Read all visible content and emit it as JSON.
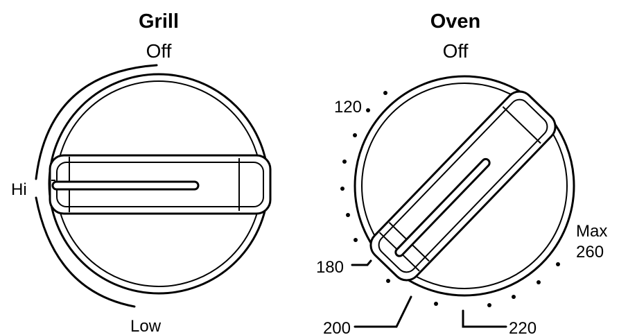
{
  "colors": {
    "ink": "#000000",
    "background": "#ffffff"
  },
  "grill": {
    "title": "Grill",
    "state": "Off",
    "labels": {
      "hi": "Hi",
      "low": "Low"
    }
  },
  "oven": {
    "title": "Oven",
    "state": "Off",
    "labels": {
      "t120": "120",
      "t180": "180",
      "t200": "200",
      "t220": "220",
      "max": "Max",
      "t260": "260"
    }
  }
}
